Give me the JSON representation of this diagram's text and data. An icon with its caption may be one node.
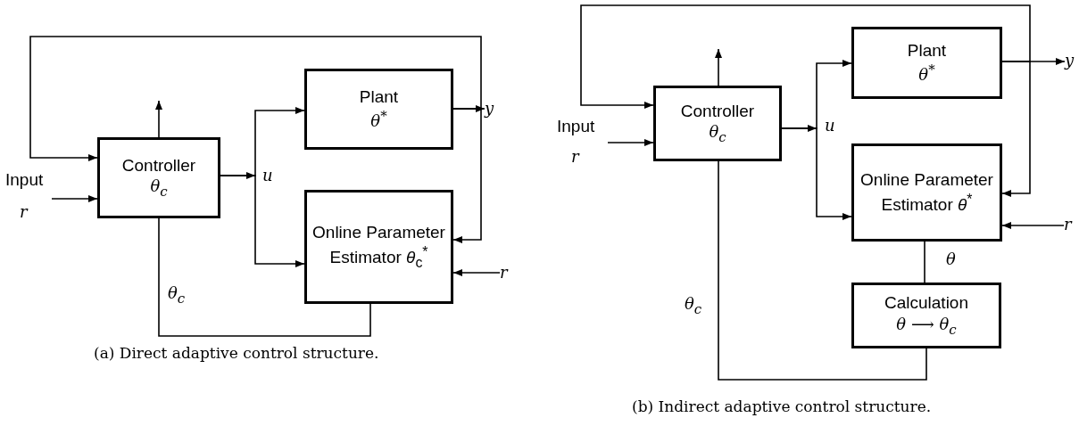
{
  "diagram": {
    "nodes": [
      {
        "text": [
          "Controller",
          "θ$_{c}$"
        ]
      },
      {
        "text": [
          "Plant",
          "θ$^{*}$"
        ]
      },
      {
        "text": [
          "Online Parameter Estimator *θ*$_{c}$$^{*}$"
        ]
      },
      {
        "text": [
          "Input",
          "r"
        ]
      },
      {
        "text": [
          "y"
        ]
      },
      {
        "text": [
          "r"
        ]
      },
      {
        "text": [
          "Controller",
          "θ$_{c}$"
        ]
      },
      {
        "text": [
          "Plant",
          "θ$^{*}$"
        ]
      },
      {
        "text": [
          "Online Parameter Estimator *θ*$^{*}$"
        ]
      },
      {
        "text": [
          "Calculation",
          "θ ⟶ θ$_{c}$"
        ]
      },
      {
        "text": [
          "Input",
          "r"
        ]
      },
      {
        "text": [
          "y"
        ]
      },
      {
        "text": [
          "r"
        ]
      }
    ],
    "edges": [
      {
        "from": 3,
        "to": 0,
        "arrow": "to"
      },
      {
        "from": 0,
        "to": 1,
        "arrow": "to",
        "label": "u"
      },
      {
        "from": 0,
        "to": 2,
        "arrow": "to"
      },
      {
        "from": 1,
        "to": 4,
        "arrow": "to"
      },
      {
        "from": 1,
        "to": 2,
        "arrow": "to"
      },
      {
        "from": 1,
        "to": 0,
        "arrow": "to"
      },
      {
        "from": 5,
        "to": 2,
        "arrow": "to"
      },
      {
        "from": 2,
        "to": 0,
        "arrow": "none",
        "label": "θ$_{c}$"
      },
      {
        "from": 0,
        "to": null,
        "arrow": "to"
      },
      {
        "from": 10,
        "to": 6,
        "arrow": "to"
      },
      {
        "from": 6,
        "to": 7,
        "arrow": "to",
        "label": "u"
      },
      {
        "from": 6,
        "to": 8,
        "arrow": "to"
      },
      {
        "from": 7,
        "to": 11,
        "arrow": "to"
      },
      {
        "from": 7,
        "to": 8,
        "arrow": "to"
      },
      {
        "from": 7,
        "to": 6,
        "arrow": "to"
      },
      {
        "from": 12,
        "to": 8,
        "arrow": "to"
      },
      {
        "from": 8,
        "to": 9,
        "arrow": "none",
        "label": "θ"
      },
      {
        "from": 9,
        "to": 6,
        "arrow": "none",
        "label": "θ$_{c}$"
      },
      {
        "from": 6,
        "to": null,
        "arrow": "to"
      }
    ],
    "labels": [
      "(a) Direct adaptive control structure.",
      "(b) Indirect adaptive control structure."
    ]
  }
}
